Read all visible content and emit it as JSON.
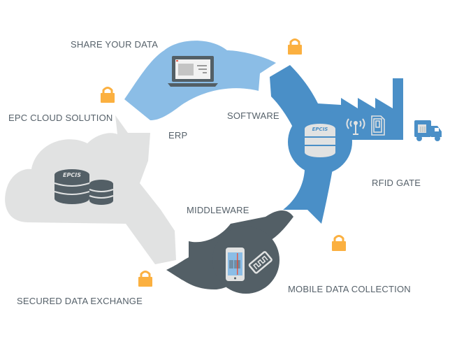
{
  "colors": {
    "light_blue": "#8bbde6",
    "blue": "#4a8fc7",
    "slate": "#535f66",
    "cloud_gray": "#e1e2e2",
    "lock_orange": "#fbb040",
    "text": "#56616a"
  },
  "labels": {
    "share_your_data": "SHARE YOUR DATA",
    "epc_cloud_solution": "EPC CLOUD SOLUTION",
    "erp": "ERP",
    "software": "SOFTWARE",
    "rfid_gate": "RFID GATE",
    "middleware": "MIDDLEWARE",
    "mobile_data_collection": "MOBILE DATA COLLECTION",
    "secured_data_exchange": "SECURED DATA EXCHANGE"
  },
  "icons": {
    "cloud_db_label": "EPCIS",
    "rfid_db_label": "EPCIS"
  }
}
